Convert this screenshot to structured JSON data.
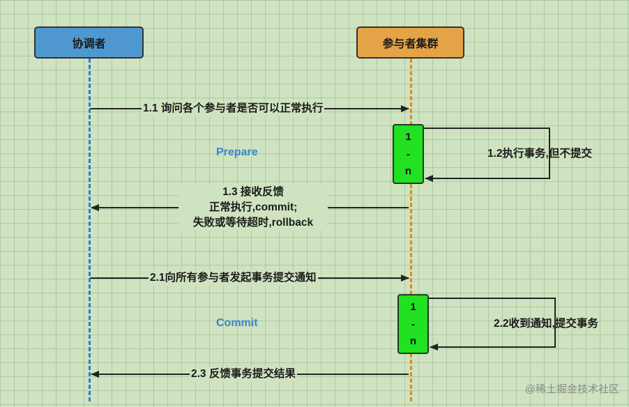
{
  "actors": {
    "coordinator": "协调者",
    "participants": "参与者集群"
  },
  "phases": {
    "prepare": "Prepare",
    "commit": "Commit"
  },
  "activations": {
    "a1": [
      "1",
      "-",
      "n"
    ],
    "a2": [
      "1",
      "-",
      "n"
    ]
  },
  "messages": {
    "m11": "1.1 询问各个参与者是否可以正常执行",
    "m12": "1.2执行事务,但不提交",
    "m13_l1": "1.3 接收反馈",
    "m13_l2": "正常执行,commit;",
    "m13_l3": "失败或等待超时,rollback",
    "m21": "2.1向所有参与者发起事务提交通知",
    "m22": "2.2收到通知,提交事务",
    "m23": "2.3 反馈事务提交结果"
  },
  "watermark": "@稀土掘金技术社区",
  "colors": {
    "coordinator_fill": "#4f97cf",
    "participants_fill": "#e5a347",
    "activation_fill": "#22e022",
    "phase_text": "#3a86c8"
  }
}
